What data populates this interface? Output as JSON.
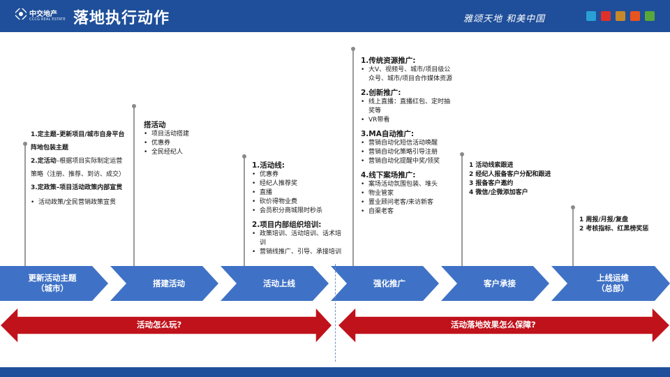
{
  "header": {
    "logo_cn": "中交地产",
    "logo_en": "CCCG REAL ESTATE",
    "title": "落地执行动作",
    "slogan": "雅颂天地  和美中国",
    "badge_colors": [
      "#2a9fd6",
      "#e0302a",
      "#c8882a",
      "#e8541e",
      "#58a73a"
    ]
  },
  "col1": {
    "items": [
      {
        "n": "1.",
        "head": "定主题",
        "text": "–更新项目/城市自身平台阵地包装主题"
      },
      {
        "n": "2.",
        "head": "定活动",
        "text": "–根据项目实际制定运营策略（注册、推荐、到访、成交）"
      },
      {
        "n": "3.",
        "head": "定政策",
        "text": "–项目活动政策内部宣贯"
      }
    ],
    "bullets": [
      "活动政策/全民营销政策宣贯"
    ]
  },
  "col2": {
    "title": "搭活动",
    "bullets": [
      "项目活动搭建",
      "优惠券",
      "全民经纪人"
    ]
  },
  "col3": {
    "title1": "1.活动线:",
    "bullets1": [
      "优惠券",
      "经纪人推荐奖",
      "直播",
      "砍价得物业费",
      "会员积分商城限时秒杀"
    ],
    "title2": "2.项目内部组织培训:",
    "bullets2": [
      "政策培训、活动培训、话术培训",
      "营销线推广、引导、承接培训"
    ]
  },
  "col4": {
    "s1_title": "1.传统资源推广:",
    "s1_bullets": [
      "大V、视频号、城市/项目级公众号、城市/项目合作媒体资源"
    ],
    "s2_title": "2.创新推广:",
    "s2_bullets": [
      "线上直播：直播红包、定时抽奖等",
      "VR带看"
    ],
    "s3_title": "3.MA自动推广:",
    "s3_bullets": [
      "营销自动化短信活动唤醒",
      "营销自动化策略引导注册",
      "营销自动化提醒中奖/领奖"
    ],
    "s4_title": "4.线下案场推广:",
    "s4_bullets": [
      "案场活动氛围包装、堆头",
      "物业管家",
      "置业顾问老客/来访新客",
      "自渠老客"
    ]
  },
  "col5": {
    "items": [
      "1  活动线索跟进",
      "2  经纪人报备客户分配和跟进",
      "3  报备客户邀约",
      "4  微信/企微添加客户"
    ]
  },
  "col6": {
    "items": [
      "1  周报/月报/复盘",
      "2  考核指标、红黑榜奖惩"
    ]
  },
  "stages": [
    {
      "label": "更新活动主题\n（城市）"
    },
    {
      "label": "搭建活动"
    },
    {
      "label": "活动上线"
    },
    {
      "label": "强化推广"
    },
    {
      "label": "客户承接"
    },
    {
      "label": "上线运维\n（总部）"
    }
  ],
  "arrows": {
    "left_label": "活动怎么玩?",
    "right_label": "活动落地效果怎么保障?"
  },
  "colors": {
    "header_blue": "#1f4f9a",
    "chevron_blue": "#3f72c6",
    "arrow_red": "#c0121b"
  }
}
